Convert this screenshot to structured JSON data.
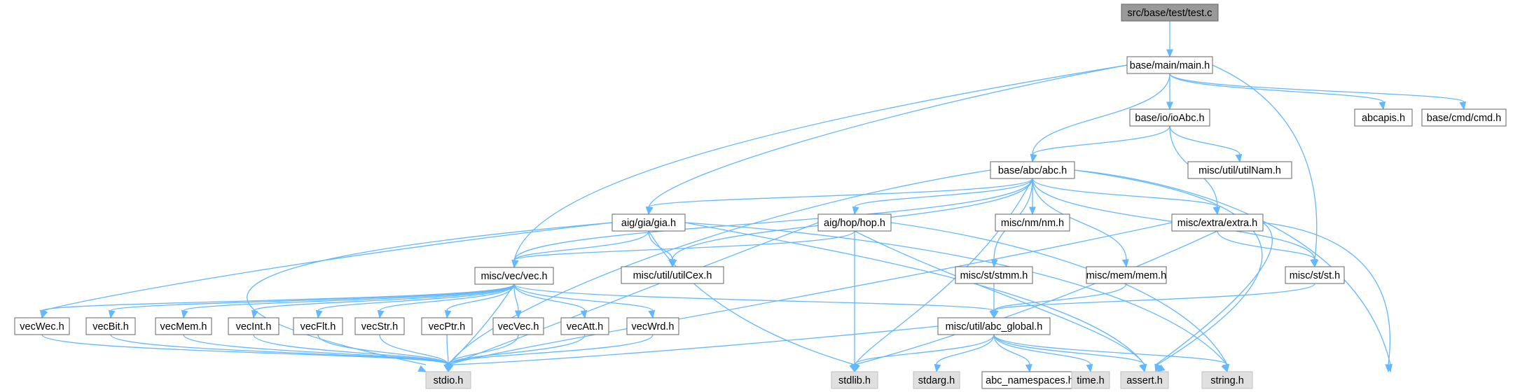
{
  "graph": {
    "edge_color": "#63b8ff",
    "node_border_color": "#666666",
    "root_fill": "#999999",
    "system_fill": "#e0e0e0",
    "local_fill": "#ffffff",
    "nodes": [
      {
        "id": "test_c",
        "label": "src/base/test/test.c",
        "kind": "root"
      },
      {
        "id": "main_h",
        "label": "base/main/main.h",
        "kind": "local"
      },
      {
        "id": "ioAbc_h",
        "label": "base/io/ioAbc.h",
        "kind": "local"
      },
      {
        "id": "abcapis_h",
        "label": "abcapis.h",
        "kind": "local"
      },
      {
        "id": "cmd_h",
        "label": "base/cmd/cmd.h",
        "kind": "local"
      },
      {
        "id": "abc_h",
        "label": "base/abc/abc.h",
        "kind": "local"
      },
      {
        "id": "utilNam_h",
        "label": "misc/util/utilNam.h",
        "kind": "local"
      },
      {
        "id": "gia_h",
        "label": "aig/gia/gia.h",
        "kind": "local"
      },
      {
        "id": "hop_h",
        "label": "aig/hop/hop.h",
        "kind": "local"
      },
      {
        "id": "nm_h",
        "label": "misc/nm/nm.h",
        "kind": "local"
      },
      {
        "id": "extra_h",
        "label": "misc/extra/extra.h",
        "kind": "local"
      },
      {
        "id": "vec_h",
        "label": "misc/vec/vec.h",
        "kind": "local"
      },
      {
        "id": "utilCex_h",
        "label": "misc/util/utilCex.h",
        "kind": "local"
      },
      {
        "id": "stmm_h",
        "label": "misc/st/stmm.h",
        "kind": "local"
      },
      {
        "id": "mem_h",
        "label": "misc/mem/mem.h",
        "kind": "local"
      },
      {
        "id": "st_h",
        "label": "misc/st/st.h",
        "kind": "local"
      },
      {
        "id": "vecWec_h",
        "label": "vecWec.h",
        "kind": "local"
      },
      {
        "id": "vecBit_h",
        "label": "vecBit.h",
        "kind": "local"
      },
      {
        "id": "vecMem_h",
        "label": "vecMem.h",
        "kind": "local"
      },
      {
        "id": "vecInt_h",
        "label": "vecInt.h",
        "kind": "local"
      },
      {
        "id": "vecFlt_h",
        "label": "vecFlt.h",
        "kind": "local"
      },
      {
        "id": "vecStr_h",
        "label": "vecStr.h",
        "kind": "local"
      },
      {
        "id": "vecPtr_h",
        "label": "vecPtr.h",
        "kind": "local"
      },
      {
        "id": "vecVec_h",
        "label": "vecVec.h",
        "kind": "local"
      },
      {
        "id": "vecAtt_h",
        "label": "vecAtt.h",
        "kind": "local"
      },
      {
        "id": "vecWrd_h",
        "label": "vecWrd.h",
        "kind": "local"
      },
      {
        "id": "abc_global_h",
        "label": "misc/util/abc_global.h",
        "kind": "local"
      },
      {
        "id": "stdio_h",
        "label": "stdio.h",
        "kind": "system"
      },
      {
        "id": "stdlib_h",
        "label": "stdlib.h",
        "kind": "system"
      },
      {
        "id": "stdarg_h",
        "label": "stdarg.h",
        "kind": "system"
      },
      {
        "id": "abc_namespaces_h",
        "label": "abc_namespaces.h",
        "kind": "local"
      },
      {
        "id": "time_h",
        "label": "time.h",
        "kind": "system"
      },
      {
        "id": "assert_h",
        "label": "assert.h",
        "kind": "system"
      },
      {
        "id": "string_h",
        "label": "string.h",
        "kind": "system"
      }
    ],
    "edges": [
      [
        "test_c",
        "main_h"
      ],
      [
        "main_h",
        "ioAbc_h"
      ],
      [
        "main_h",
        "abcapis_h"
      ],
      [
        "main_h",
        "cmd_h"
      ],
      [
        "main_h",
        "abc_h"
      ],
      [
        "main_h",
        "gia_h"
      ],
      [
        "main_h",
        "vec_h"
      ],
      [
        "main_h",
        "st_h"
      ],
      [
        "ioAbc_h",
        "abc_h"
      ],
      [
        "ioAbc_h",
        "utilNam_h"
      ],
      [
        "ioAbc_h",
        "extra_h"
      ],
      [
        "abc_h",
        "gia_h"
      ],
      [
        "abc_h",
        "hop_h"
      ],
      [
        "abc_h",
        "nm_h"
      ],
      [
        "abc_h",
        "extra_h"
      ],
      [
        "abc_h",
        "vec_h"
      ],
      [
        "abc_h",
        "utilCex_h"
      ],
      [
        "abc_h",
        "stmm_h"
      ],
      [
        "abc_h",
        "mem_h"
      ],
      [
        "abc_h",
        "st_h"
      ],
      [
        "abc_h",
        "stdio_h"
      ],
      [
        "abc_h",
        "stdlib_h"
      ],
      [
        "abc_h",
        "assert_h"
      ],
      [
        "abc_h",
        "string_h"
      ],
      [
        "gia_h",
        "vec_h"
      ],
      [
        "gia_h",
        "utilCex_h"
      ],
      [
        "gia_h",
        "vecWec_h"
      ],
      [
        "gia_h",
        "stdio_h"
      ],
      [
        "gia_h",
        "stdlib_h"
      ],
      [
        "gia_h",
        "assert_h"
      ],
      [
        "gia_h",
        "string_h"
      ],
      [
        "hop_h",
        "vec_h"
      ],
      [
        "hop_h",
        "stdio_h"
      ],
      [
        "hop_h",
        "stdlib_h"
      ],
      [
        "hop_h",
        "assert_h"
      ],
      [
        "hop_h",
        "string_h"
      ],
      [
        "extra_h",
        "st_h"
      ],
      [
        "extra_h",
        "stdio_h"
      ],
      [
        "extra_h",
        "stdlib_h"
      ],
      [
        "extra_h",
        "assert_h"
      ],
      [
        "extra_h",
        "string_h"
      ],
      [
        "vec_h",
        "vecWec_h"
      ],
      [
        "vec_h",
        "vecBit_h"
      ],
      [
        "vec_h",
        "vecMem_h"
      ],
      [
        "vec_h",
        "vecInt_h"
      ],
      [
        "vec_h",
        "vecFlt_h"
      ],
      [
        "vec_h",
        "vecStr_h"
      ],
      [
        "vec_h",
        "vecPtr_h"
      ],
      [
        "vec_h",
        "vecVec_h"
      ],
      [
        "vec_h",
        "vecAtt_h"
      ],
      [
        "vec_h",
        "vecWrd_h"
      ],
      [
        "vec_h",
        "abc_global_h"
      ],
      [
        "vec_h",
        "stdio_h"
      ],
      [
        "stmm_h",
        "abc_global_h"
      ],
      [
        "mem_h",
        "abc_global_h"
      ],
      [
        "st_h",
        "abc_global_h"
      ],
      [
        "vecWec_h",
        "stdio_h"
      ],
      [
        "vecBit_h",
        "stdio_h"
      ],
      [
        "vecMem_h",
        "stdio_h"
      ],
      [
        "vecInt_h",
        "stdio_h"
      ],
      [
        "vecFlt_h",
        "stdio_h"
      ],
      [
        "vecStr_h",
        "stdio_h"
      ],
      [
        "vecPtr_h",
        "stdio_h"
      ],
      [
        "vecVec_h",
        "stdio_h"
      ],
      [
        "vecAtt_h",
        "stdio_h"
      ],
      [
        "vecWrd_h",
        "stdio_h"
      ],
      [
        "abc_global_h",
        "stdio_h"
      ],
      [
        "abc_global_h",
        "stdlib_h"
      ],
      [
        "abc_global_h",
        "stdarg_h"
      ],
      [
        "abc_global_h",
        "abc_namespaces_h"
      ],
      [
        "abc_global_h",
        "time_h"
      ],
      [
        "abc_global_h",
        "assert_h"
      ],
      [
        "abc_global_h",
        "string_h"
      ]
    ]
  }
}
